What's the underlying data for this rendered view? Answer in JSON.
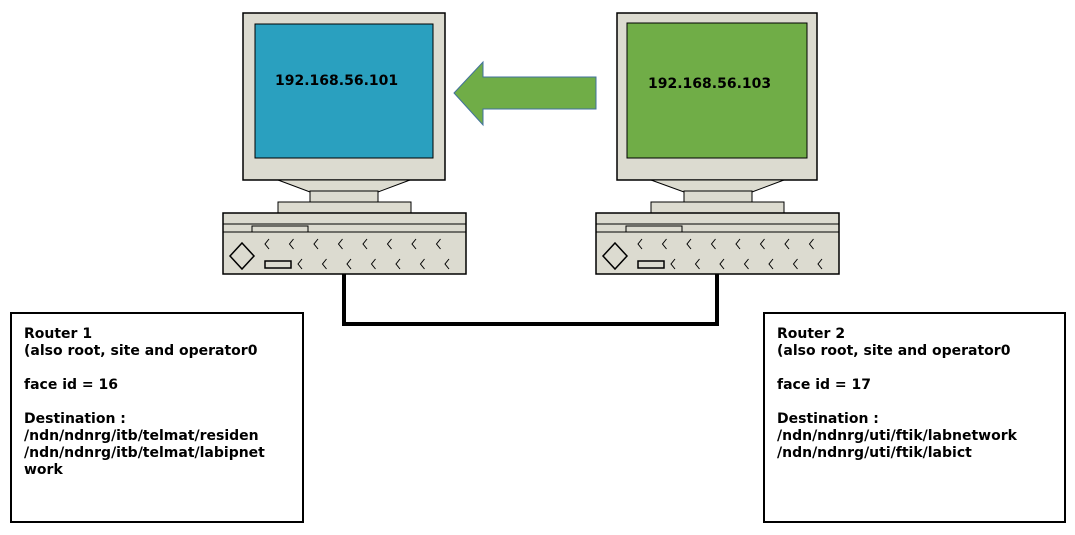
{
  "computers": [
    {
      "ip": "192.168.56.101",
      "screen_color": "#2aa0bf"
    },
    {
      "ip": "192.168.56.103",
      "screen_color": "#70ad47"
    }
  ],
  "arrow_color": "#70ad47",
  "arrow_stroke": "#41719c",
  "routers": [
    {
      "title": "Router 1",
      "roles": "(also root, site and operator0",
      "face": "face id = 16",
      "destination_label": "Destination :",
      "destinations": [
        "/ndn/ndnrg/itb/telmat/residen",
        "/ndn/ndnrg/itb/telmat/labipnet",
        "work"
      ]
    },
    {
      "title": "Router 2",
      "roles": "(also root, site and operator0",
      "face": "face id = 17",
      "destination_label": "Destination :",
      "destinations": [
        "/ndn/ndnrg/uti/ftik/labnetwork",
        "/ndn/ndnrg/uti/ftik/labict"
      ]
    }
  ]
}
